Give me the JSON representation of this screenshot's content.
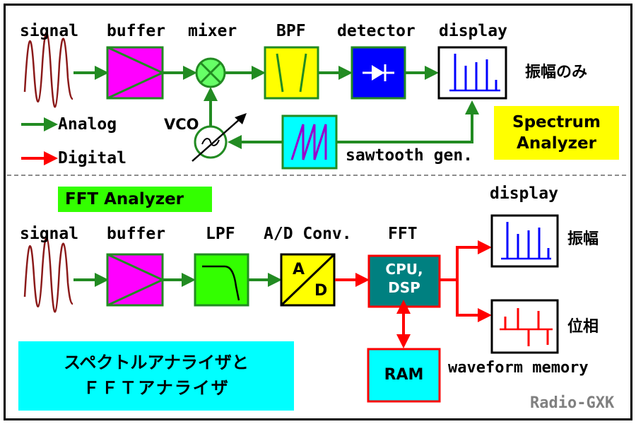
{
  "top": {
    "labels": {
      "signal": "signal",
      "buffer": "buffer",
      "mixer": "mixer",
      "bpf": "BPF",
      "detector": "detector",
      "display": "display",
      "amplitude_only": "振幅のみ",
      "vco": "VCO",
      "sawtooth": "sawtooth gen."
    },
    "tag_line1": "Spectrum",
    "tag_line2": "Analyzer"
  },
  "legend": {
    "analog": "Analog",
    "digital": "Digital"
  },
  "bottom": {
    "tag": "FFT Analyzer",
    "labels": {
      "signal": "signal",
      "buffer": "buffer",
      "lpf": "LPF",
      "adc": "A/D Conv.",
      "fft": "FFT",
      "display": "display",
      "amplitude": "振幅",
      "phase": "位相",
      "waveform_memory": "waveform memory"
    },
    "adc_a": "A",
    "adc_d": "D",
    "cpu_line1": "CPU,",
    "cpu_line2": "DSP",
    "ram": "RAM"
  },
  "caption": {
    "line1": "スペクトルアナライザと",
    "line2": "ＦＦＴアナライザ"
  },
  "credit": "Radio-GXK",
  "colors": {
    "analog": "#228b22",
    "digital": "#ff0000",
    "buffer_fill": "#ff00ff",
    "mixer_fill": "#66ff66",
    "bpf_fill": "#ffff00",
    "detector_fill": "#0000ff",
    "lpf_fill": "#33ff00",
    "cpu_fill": "#008080",
    "ram_fill": "#00ffff",
    "tag_yellow": "#ffff00",
    "tag_green": "#33ff00",
    "caption_fill": "#00ffff",
    "credit_text": "#808080"
  }
}
